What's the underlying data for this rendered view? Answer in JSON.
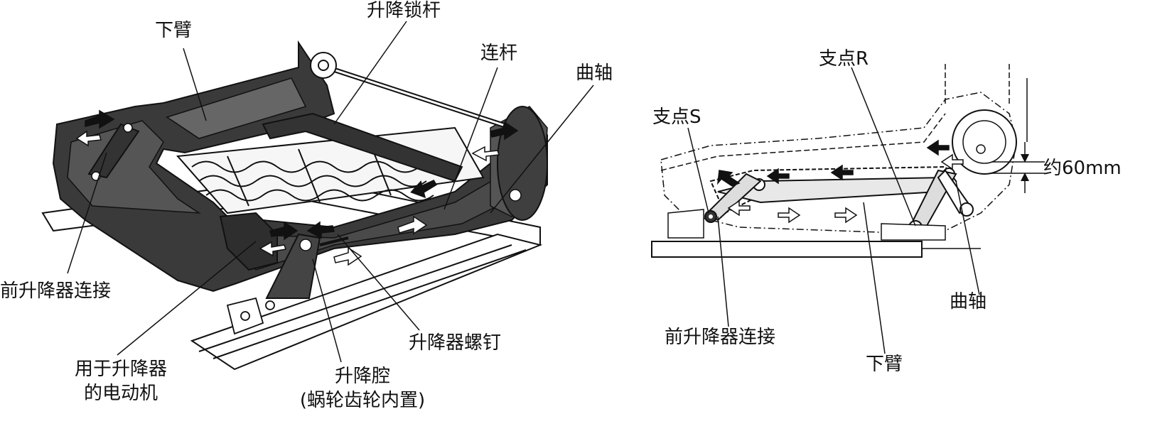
{
  "left_figure": {
    "labels": {
      "lower_arm": "下臂",
      "lifter_lock_rod": "升降锁杆",
      "link_rod": "连杆",
      "crankshaft": "曲轴",
      "front_lifter_link": "前升降器连接",
      "lifter_screw": "升降器螺钉",
      "motor_line1": "用于升降器",
      "motor_line2": "的电动机",
      "lifter_cavity_line1": "升降腔",
      "lifter_cavity_line2": "(蜗轮齿轮内置)"
    }
  },
  "right_figure": {
    "labels": {
      "pivot_r": "支点R",
      "pivot_s": "支点S",
      "approx_60mm": "约60mm",
      "crankshaft": "曲轴",
      "front_lifter_link": "前升降器连接",
      "lower_arm": "下臂"
    }
  }
}
